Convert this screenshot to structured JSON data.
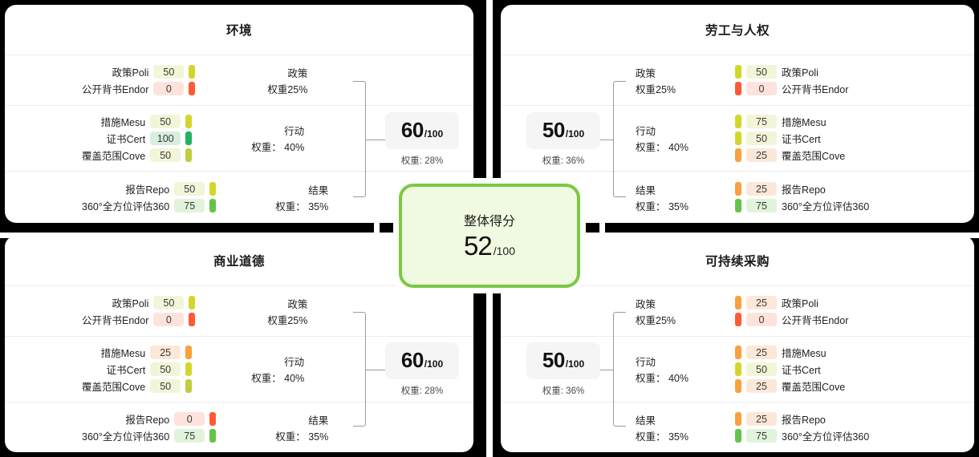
{
  "overall": {
    "label": "整体得分",
    "value": "52",
    "denominator": "/100",
    "accent_color": "#7ac943",
    "background_color": "#f0fae0"
  },
  "swatch_colors": {
    "0": {
      "bar": "#ff5a36",
      "pill_bg": "#fde3db"
    },
    "25": {
      "bar": "#f9a03f",
      "pill_bg": "#fbe8d9"
    },
    "50": {
      "bar": "#d3d62a",
      "pill_bg": "#f2f5d8"
    },
    "75": {
      "bar": "#64c447",
      "pill_bg": "#e2f3dc"
    },
    "100": {
      "bar": "#22b35e",
      "pill_bg": "#d8eedf"
    }
  },
  "cards": [
    {
      "id": "environment",
      "title": "环境",
      "align": "left",
      "score": "60",
      "score_denominator": "/100",
      "score_weight": "权重: 28%",
      "pillars": [
        {
          "name": "政策",
          "weight": "权重25%",
          "indicators": [
            {
              "label": "政策Poli",
              "value": "50",
              "level": "50"
            },
            {
              "label": "公开背书Endor",
              "value": "0",
              "level": "0"
            }
          ]
        },
        {
          "name": "行动",
          "weight": "权重： 40%",
          "indicators": [
            {
              "label": "措施Mesu",
              "value": "50",
              "level": "50"
            },
            {
              "label": "证书Cert",
              "value": "100",
              "level": "100"
            },
            {
              "label": "覆盖范围Cove",
              "value": "50",
              "level": "50b"
            }
          ]
        },
        {
          "name": "结果",
          "weight": "权重： 35%",
          "indicators": [
            {
              "label": "报告Repo",
              "value": "50",
              "level": "50"
            },
            {
              "label": "360°全方位评估360",
              "value": "75",
              "level": "75"
            }
          ]
        }
      ]
    },
    {
      "id": "labor-human-rights",
      "title": "劳工与人权",
      "align": "right",
      "score": "50",
      "score_denominator": "/100",
      "score_weight": "权重: 36%",
      "pillars": [
        {
          "name": "政策",
          "weight": "权重25%",
          "indicators": [
            {
              "label": "政策Poli",
              "value": "50",
              "level": "50"
            },
            {
              "label": "公开背书Endor",
              "value": "0",
              "level": "0"
            }
          ]
        },
        {
          "name": "行动",
          "weight": "权重： 40%",
          "indicators": [
            {
              "label": "措施Mesu",
              "value": "75",
              "level": "50"
            },
            {
              "label": "证书Cert",
              "value": "50",
              "level": "50"
            },
            {
              "label": "覆盖范围Cove",
              "value": "25",
              "level": "25"
            }
          ]
        },
        {
          "name": "结果",
          "weight": "权重： 35%",
          "indicators": [
            {
              "label": "报告Repo",
              "value": "25",
              "level": "25"
            },
            {
              "label": "360°全方位评估360",
              "value": "75",
              "level": "75"
            }
          ]
        }
      ]
    },
    {
      "id": "business-ethics",
      "title": "商业道德",
      "align": "left",
      "score": "60",
      "score_denominator": "/100",
      "score_weight": "权重: 28%",
      "pillars": [
        {
          "name": "政策",
          "weight": "权重25%",
          "indicators": [
            {
              "label": "政策Poli",
              "value": "50",
              "level": "50"
            },
            {
              "label": "公开背书Endor",
              "value": "0",
              "level": "0"
            }
          ]
        },
        {
          "name": "行动",
          "weight": "权重： 40%",
          "indicators": [
            {
              "label": "措施Mesu",
              "value": "25",
              "level": "25"
            },
            {
              "label": "证书Cert",
              "value": "50",
              "level": "50"
            },
            {
              "label": "覆盖范围Cove",
              "value": "50",
              "level": "50b"
            }
          ]
        },
        {
          "name": "结果",
          "weight": "权重： 35%",
          "indicators": [
            {
              "label": "报告Repo",
              "value": "0",
              "level": "0"
            },
            {
              "label": "360°全方位评估360",
              "value": "75",
              "level": "75"
            }
          ]
        }
      ]
    },
    {
      "id": "sustainable-procurement",
      "title": "可持续采购",
      "align": "right",
      "score": "50",
      "score_denominator": "/100",
      "score_weight": "权重: 36%",
      "pillars": [
        {
          "name": "政策",
          "weight": "权重25%",
          "indicators": [
            {
              "label": "政策Poli",
              "value": "25",
              "level": "25"
            },
            {
              "label": "公开背书Endor",
              "value": "0",
              "level": "0"
            }
          ]
        },
        {
          "name": "行动",
          "weight": "权重： 40%",
          "indicators": [
            {
              "label": "措施Mesu",
              "value": "25",
              "level": "25"
            },
            {
              "label": "证书Cert",
              "value": "50",
              "level": "50"
            },
            {
              "label": "覆盖范围Cove",
              "value": "25",
              "level": "25"
            }
          ]
        },
        {
          "name": "结果",
          "weight": "权重： 35%",
          "indicators": [
            {
              "label": "报告Repo",
              "value": "25",
              "level": "25"
            },
            {
              "label": "360°全方位评估360",
              "value": "75",
              "level": "75"
            }
          ]
        }
      ]
    }
  ]
}
